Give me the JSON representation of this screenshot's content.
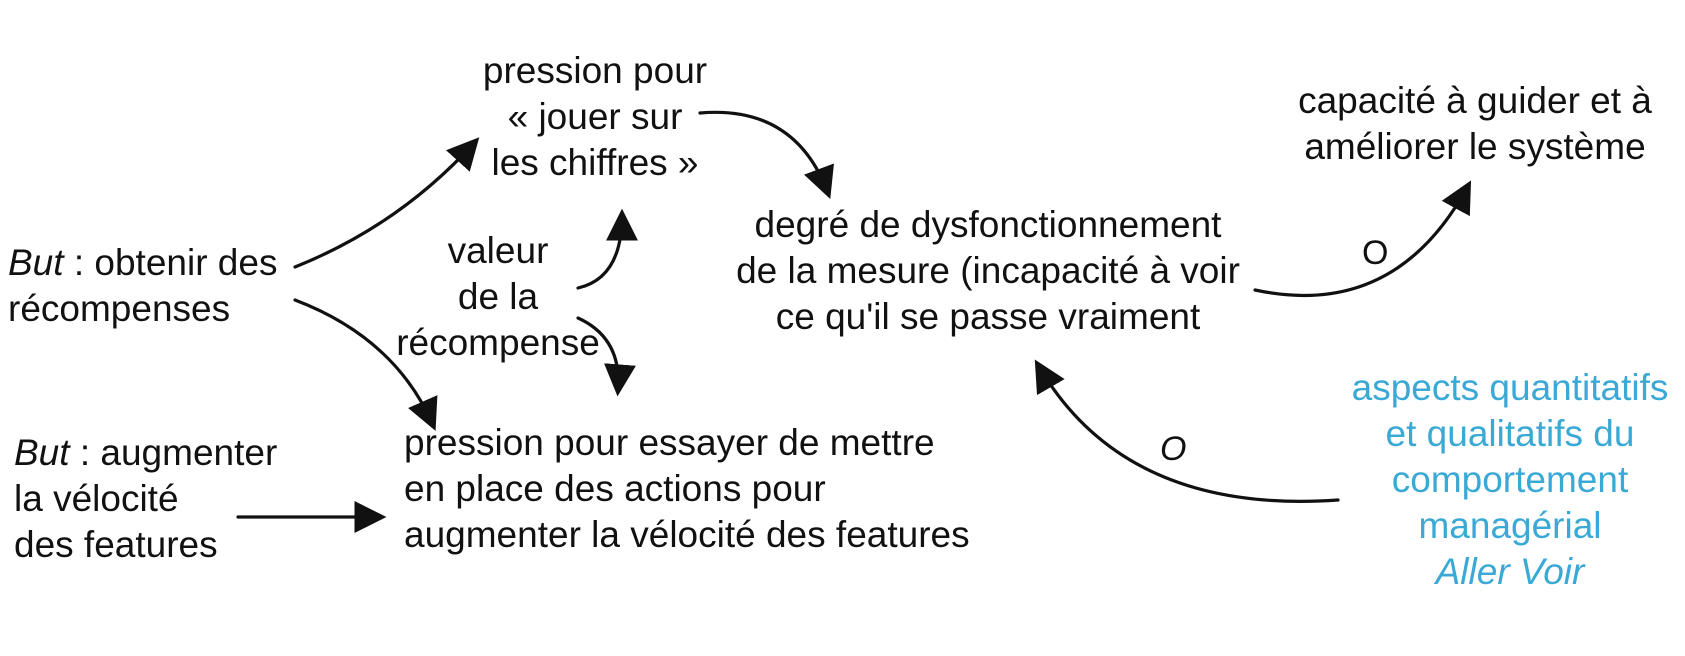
{
  "nodes": {
    "goal_rewards": {
      "prefix": "But",
      "line1_rest": " : obtenir des",
      "line2": "récompenses"
    },
    "pressure_numbers": {
      "line1": "pression pour",
      "line2": "« jouer sur",
      "line3": "les chiffres »"
    },
    "reward_value": {
      "line1": "valeur",
      "line2": "de la",
      "line3": "récompense"
    },
    "goal_velocity": {
      "prefix": "But",
      "line1_rest": " : augmenter",
      "line2": "la vélocité",
      "line3": "des features"
    },
    "pressure_actions": {
      "line1": "pression pour essayer de mettre",
      "line2": "en place des actions pour",
      "line3": "augmenter la vélocité des features"
    },
    "dysfunction": {
      "line1": "degré de dysfonctionnement",
      "line2": "de la mesure (incapacité à voir",
      "line3": "ce qu'il se passe vraiment"
    },
    "capacity": {
      "line1": "capacité à guider et à",
      "line2": "améliorer le système"
    },
    "aspects": {
      "line1": "aspects quantitatifs",
      "line2": "et qualitatifs du",
      "line3": "comportement",
      "line4": "managérial",
      "line5": "Aller Voir"
    }
  },
  "link_labels": {
    "opposite_1": "O",
    "opposite_2": "O"
  },
  "colors": {
    "text": "#111111",
    "highlight": "#3aa9d6",
    "arrow": "#111111"
  }
}
